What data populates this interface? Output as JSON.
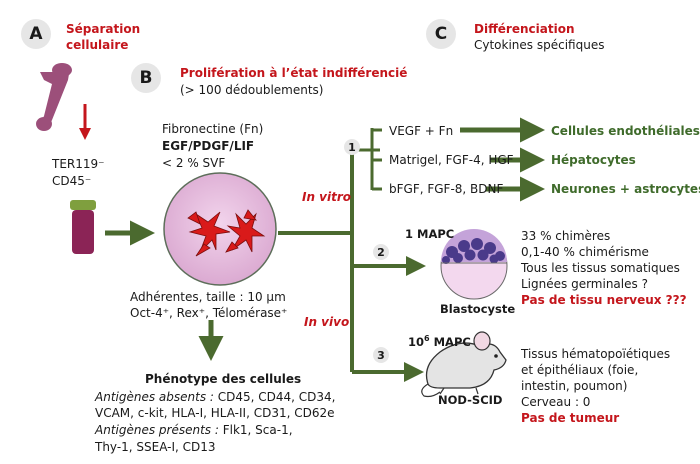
{
  "labels": {
    "A": "A",
    "B": "B",
    "C": "C",
    "n1": "1",
    "n2": "2",
    "n3": "3"
  },
  "section_a": {
    "title_line1": "Séparation",
    "title_line2": "cellulaire",
    "marker1": "TER119⁻",
    "marker2": "CD45⁻"
  },
  "section_b": {
    "title": "Prolifération à l’état indifférencié",
    "subtitle": "(> 100 dédoublements)",
    "culture_line1": "Fibronectine (Fn)",
    "culture_line2": "EGF/PDGF/LIF",
    "culture_line3": "< 2 % SVF",
    "props_line1": "Adhérentes, taille : 10 µm",
    "props_line2": "Oct-4⁺, Rex⁺, Télomérase⁺"
  },
  "phenotype": {
    "title": "Phénotype des cellules",
    "absent_label": "Antigènes absents :",
    "absent_line1": " CD45, CD44, CD34,",
    "absent_line2": "VCAM, c-kit, HLA-I, HLA-II, CD31, CD62e",
    "present_label": "Antigènes présents :",
    "present_line1": " Flk1, Sca-1,",
    "present_line2": "Thy-1, SSEA-I, CD13"
  },
  "routes": {
    "in_vitro": "In vitro",
    "in_vivo": "In vivo"
  },
  "section_c": {
    "title": "Différenciation",
    "subtitle": "Cytokines spécifiques",
    "cond1": "VEGF + Fn",
    "cond2": "Matrigel, FGF-4, HGF",
    "cond3": "bFGF, FGF-8, BDNF",
    "out1": "Cellules endothéliales",
    "out2": "Hépatocytes",
    "out3": "Neurones + astrocytes"
  },
  "blastocyst": {
    "mapc": "1 MAPC",
    "label": "Blastocyste",
    "line1": "33 % chimères",
    "line2": "0,1-40 % chimérisme",
    "line3": "Tous les tissus somatiques",
    "line4": "Lignées germinales ?",
    "line5": "Pas de tissu nerveux ???"
  },
  "mouse": {
    "mapc_base": "10",
    "mapc_exp": "6",
    "mapc_suffix": " MAPC",
    "label": "NOD-SCID",
    "line1": "Tissus hématopoïétiques",
    "line2": "et épithéliaux (foie,",
    "line3": "intestin, poumon)",
    "line4": "Cerveau : 0",
    "line5": "Pas de tumeur"
  },
  "colors": {
    "green_arrow": "#4b6a2f",
    "red_text": "#c4161c",
    "green_text": "#3f6b2b",
    "bone": "#9c4f7a",
    "dish_fill": "#e8bfe0",
    "tube_cap": "#7f9f3e",
    "tube_body": "#8b2456"
  }
}
